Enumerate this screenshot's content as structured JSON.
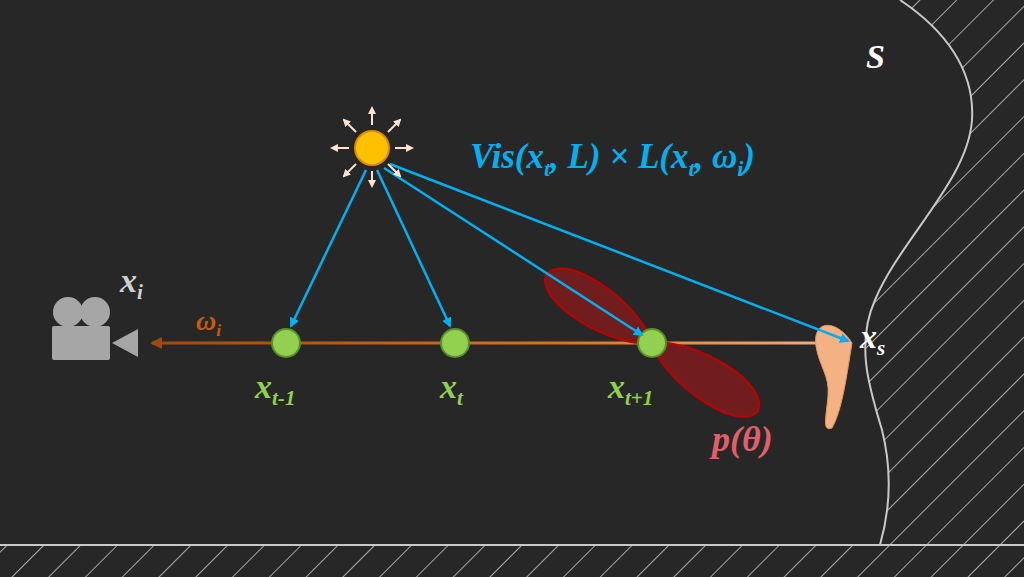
{
  "diagram": {
    "labels": [
      "S",
      "Vis(x",
      "t",
      ", L) × L(x",
      "t",
      ", ω",
      "i",
      ")",
      "x",
      "i",
      "ω",
      "i",
      "x",
      "t-1",
      "x",
      "t",
      "x",
      "t+1",
      "p(θ)",
      "x",
      "s"
    ]
  }
}
